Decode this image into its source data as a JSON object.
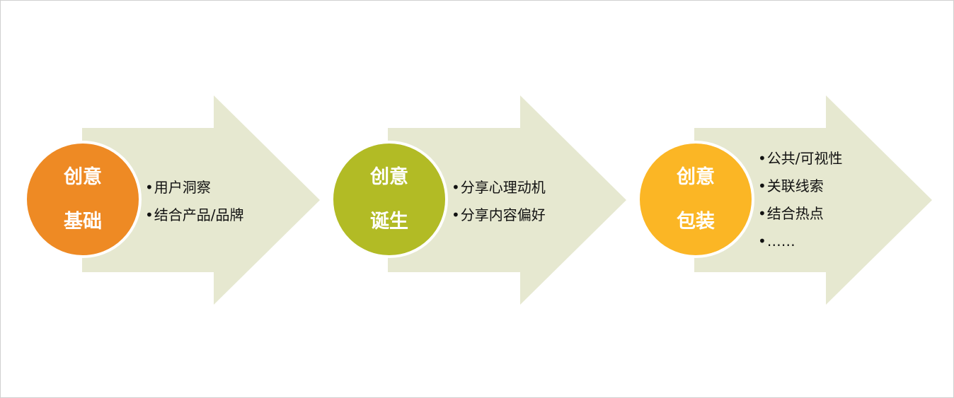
{
  "colors": {
    "arrow": "#E6E8D0",
    "stage1": "#EE8A24",
    "stage2": "#B2BB25",
    "stage3": "#FBB625"
  },
  "stages": [
    {
      "title_line1": "创意",
      "title_line2": "基础",
      "items": [
        "用户洞察",
        "结合产品/品牌"
      ]
    },
    {
      "title_line1": "创意",
      "title_line2": "诞生",
      "items": [
        "分享心理动机",
        "分享内容偏好"
      ]
    },
    {
      "title_line1": "创意",
      "title_line2": "包装",
      "items": [
        "公共/可视性",
        "关联线索",
        "结合热点",
        "……"
      ]
    }
  ]
}
